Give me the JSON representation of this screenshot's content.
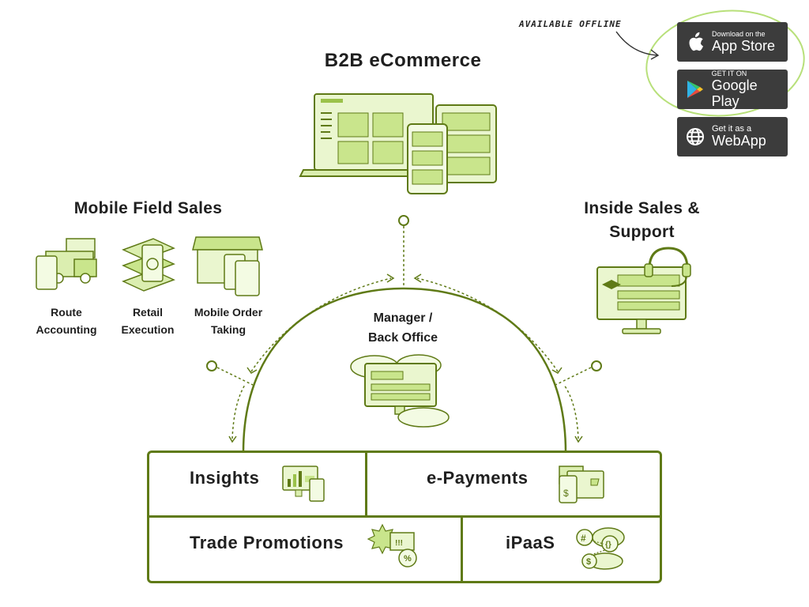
{
  "store_section": {
    "note": "Available offline",
    "buttons": [
      {
        "small": "Download on the",
        "big": "App Store",
        "icon": "apple-icon"
      },
      {
        "small": "GET IT ON",
        "big": "Google Play",
        "icon": "google-play-icon"
      },
      {
        "small": "Get it as a",
        "big": "WebApp",
        "icon": "globe-icon"
      }
    ]
  },
  "b2b": {
    "title": "B2B eCommerce"
  },
  "field_sales": {
    "title": "Mobile Field Sales",
    "items": [
      {
        "line1": "Route",
        "line2": "Accounting"
      },
      {
        "line1": "Retail",
        "line2": "Execution"
      },
      {
        "line1": "Mobile Order",
        "line2": "Taking"
      }
    ]
  },
  "inside_sales": {
    "line1": "Inside Sales &",
    "line2": "Support"
  },
  "manager": {
    "line1": "Manager /",
    "line2": "Back Office"
  },
  "modules": {
    "insights": "Insights",
    "payments": "e-Payments",
    "trade": "Trade Promotions",
    "ipaas": "iPaaS"
  },
  "colors": {
    "accent": "#5f7a16",
    "light": "#c9e58c",
    "dark_button": "#3c3c3c"
  }
}
